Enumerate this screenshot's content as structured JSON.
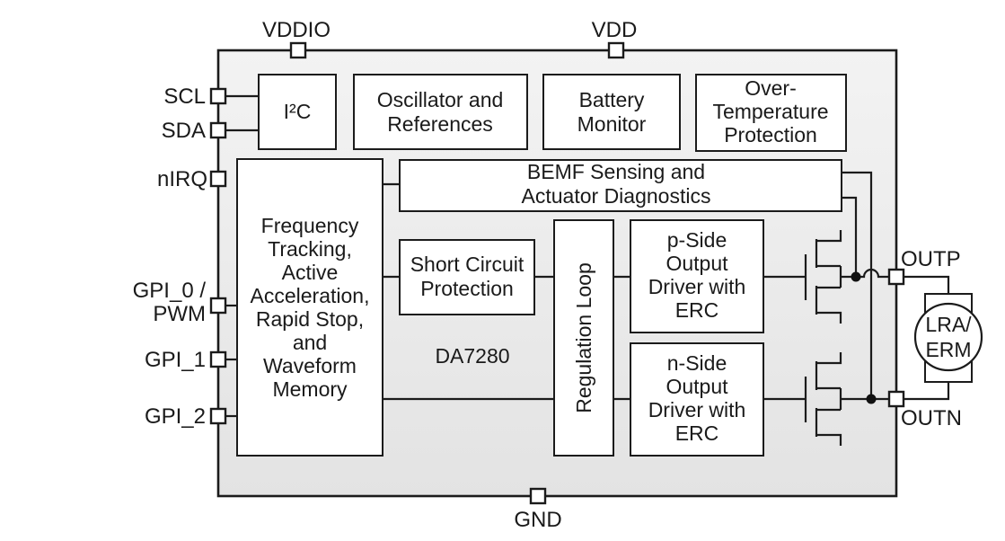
{
  "diagram": {
    "chip_label": "DA7280",
    "pins": {
      "vddio": "VDDIO",
      "vdd": "VDD",
      "gnd": "GND",
      "scl": "SCL",
      "sda": "SDA",
      "nirq": "nIRQ",
      "gpi0_line1": "GPI_0 /",
      "gpi0_line2": "PWM",
      "gpi1": "GPI_1",
      "gpi2": "GPI_2",
      "outp": "OUTP",
      "outn": "OUTN"
    },
    "blocks": {
      "i2c": {
        "label": "I²C"
      },
      "osc": {
        "lines": [
          "Oscillator and",
          "References"
        ]
      },
      "battery": {
        "lines": [
          "Battery",
          "Monitor"
        ]
      },
      "overtemp": {
        "lines": [
          "Over-",
          "Temperature",
          "Protection"
        ]
      },
      "bemf": {
        "lines": [
          "BEMF Sensing and",
          "Actuator Diagnostics"
        ]
      },
      "freq": {
        "lines": [
          "Frequency",
          "Tracking,",
          "Active",
          "Acceleration,",
          "Rapid Stop,",
          "and",
          "Waveform",
          "Memory"
        ]
      },
      "scp": {
        "lines": [
          "Short Circuit",
          "Protection"
        ]
      },
      "regloop": {
        "label": "Regulation Loop"
      },
      "pside": {
        "lines": [
          "p-Side",
          "Output",
          "Driver with",
          "ERC"
        ]
      },
      "nside": {
        "lines": [
          "n-Side",
          "Output",
          "Driver with",
          "ERC"
        ]
      }
    },
    "actuator": {
      "lines": [
        "LRA/",
        "ERM"
      ]
    },
    "colors": {
      "stroke": "#1b1b1b",
      "text": "#1a1a1a",
      "block_fill": "#ffffff",
      "chip_fill_top": "#f3f3f3",
      "chip_fill_bottom": "#e3e3e3",
      "background": "#ffffff"
    }
  }
}
